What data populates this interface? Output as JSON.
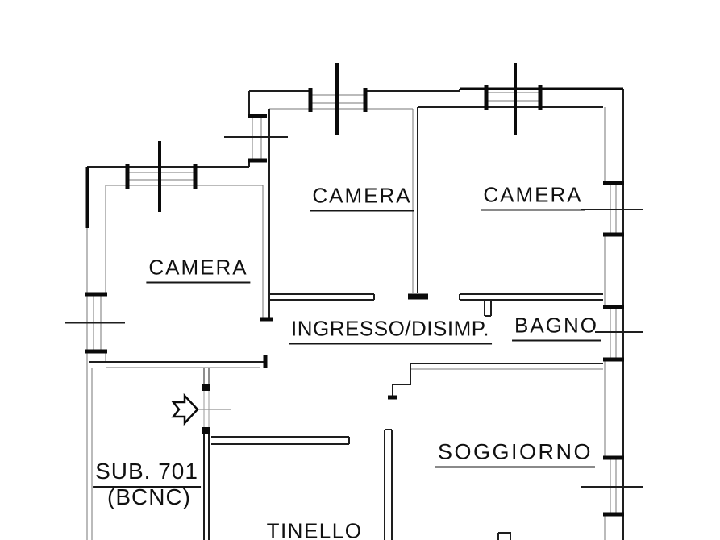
{
  "document": {
    "kind": "apartment floor plan drawing"
  },
  "rooms": {
    "camera_left": {
      "label": "CAMERA"
    },
    "camera_middle": {
      "label": "CAMERA"
    },
    "camera_right": {
      "label": "CAMERA"
    },
    "ingresso": {
      "label": "INGRESSO/DISIMP."
    },
    "bagno": {
      "label": "BAGNO"
    },
    "soggiorno": {
      "label": "SOGGIORNO"
    },
    "sub701": {
      "label": "SUB. 701",
      "sublabel": "(BCNC)"
    },
    "tinello": {
      "label": "TINELLO"
    }
  },
  "icons": {
    "entrance_arrow": "right-pointing entrance arrow"
  },
  "colors": {
    "background": "#ffffff",
    "wall_heavy": "#0a0a0a",
    "wall_medium": "#1e1e1e",
    "wall_light": "#777777",
    "text": "#101010"
  }
}
